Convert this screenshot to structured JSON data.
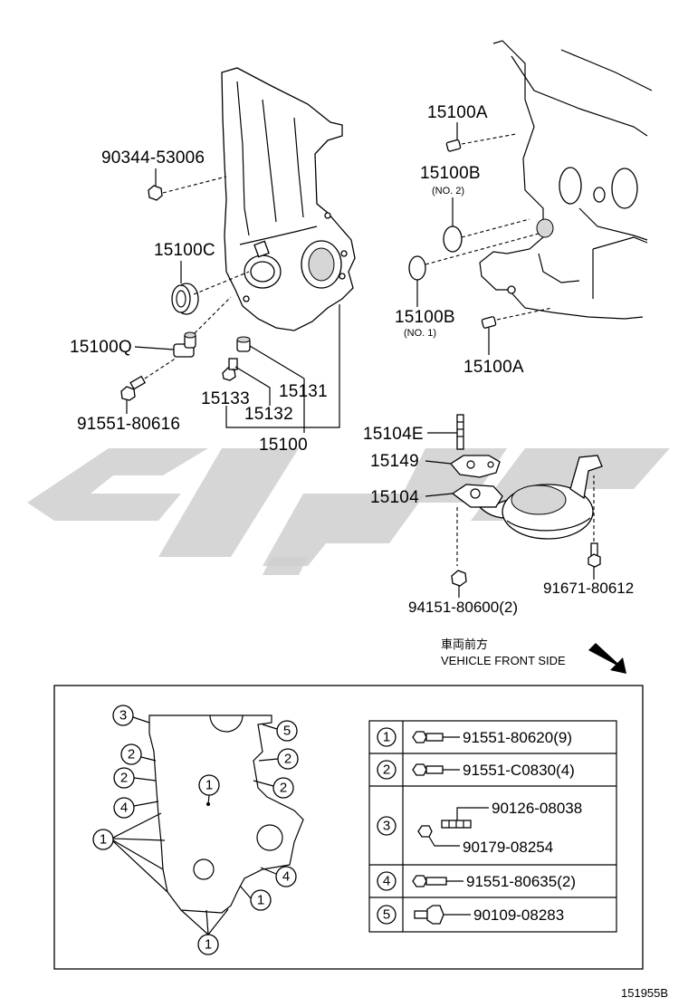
{
  "labels": {
    "p90344": "90344-53006",
    "p15100C": "15100C",
    "p15100Q": "15100Q",
    "p91551_80616": "91551-80616",
    "p15133": "15133",
    "p15131": "15131",
    "p15132": "15132",
    "p15100": "15100",
    "p15100A_top": "15100A",
    "p15100B_top": "15100B",
    "p15100B_top_sub": "(NO. 2)",
    "p15100B_bot": "15100B",
    "p15100B_bot_sub": "(NO. 1)",
    "p15100A_bot": "15100A",
    "p15104E": "15104E",
    "p15149": "15149",
    "p15104": "15104",
    "p91671": "91671-80612",
    "p94151": "94151-80600(2)"
  },
  "direction": {
    "jp": "車両前方",
    "en": "VEHICLE FRONT SIDE"
  },
  "legend": {
    "rows": [
      {
        "num": "1",
        "parts": [
          "91551-80620(9)"
        ]
      },
      {
        "num": "2",
        "parts": [
          "91551-C0830(4)"
        ]
      },
      {
        "num": "3",
        "parts": [
          "90126-08038",
          "90179-08254"
        ]
      },
      {
        "num": "4",
        "parts": [
          "91551-80635(2)"
        ]
      },
      {
        "num": "5",
        "parts": [
          "90109-08283"
        ]
      }
    ]
  },
  "bolt_map_callouts": [
    "1",
    "2",
    "3",
    "4",
    "5"
  ],
  "drawing_code": "151955B"
}
